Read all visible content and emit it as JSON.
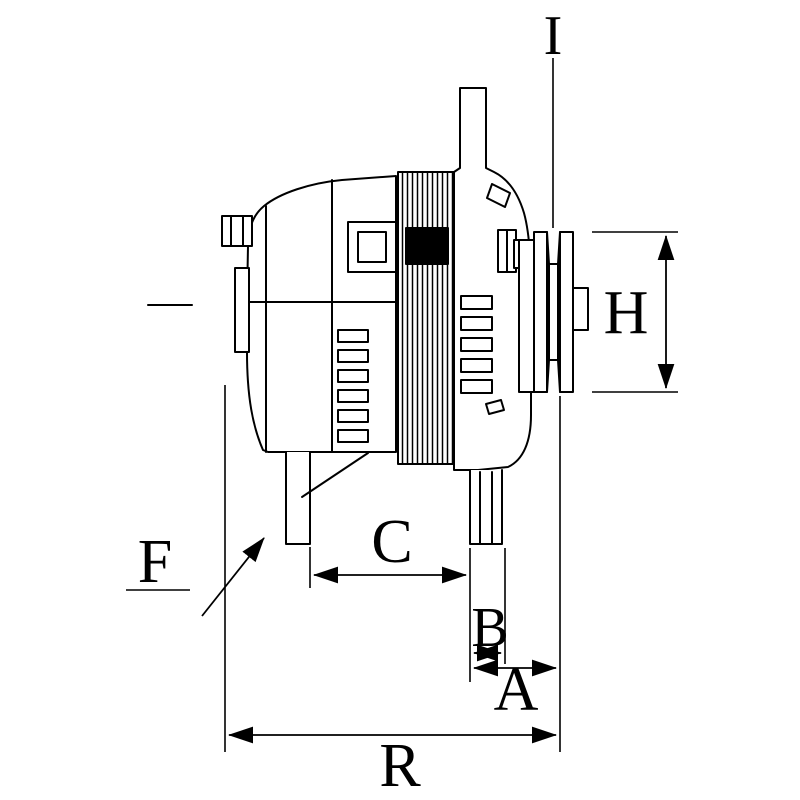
{
  "figure": {
    "kind": "technical-dimension-drawing",
    "subject": "alternator-side-view",
    "ink_color": "#000000",
    "background_color": "#ffffff",
    "labels": {
      "i": "I",
      "h": "H",
      "f": "F",
      "c": "C",
      "b": "B",
      "a": "A",
      "r": "R"
    }
  }
}
